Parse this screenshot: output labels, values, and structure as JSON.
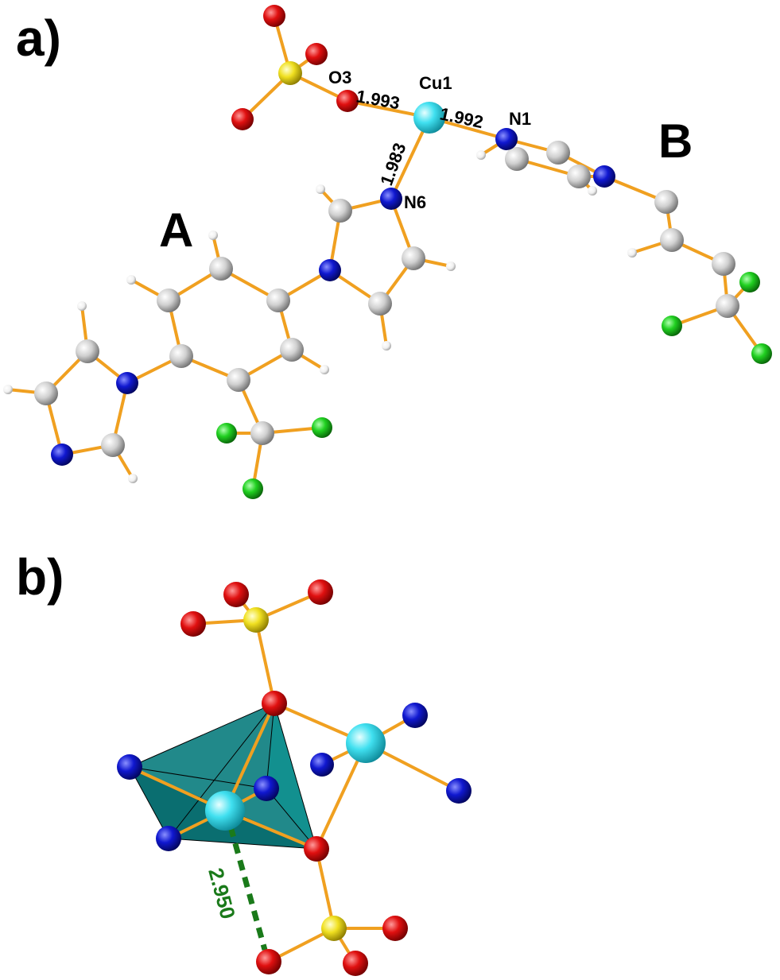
{
  "panels": {
    "a": {
      "label": "a)",
      "fragment_a": "A",
      "fragment_b": "B"
    },
    "b": {
      "label": "b)"
    }
  },
  "atom_labels": {
    "o3": "O3",
    "cu1": "Cu1",
    "n1": "N1",
    "n6": "N6"
  },
  "bond_lengths": {
    "cu1_o3": "1.993",
    "cu1_n1": "1.992",
    "cu1_n6": "1.983"
  },
  "contact": {
    "value": "2.950",
    "color": "#1a7a1a"
  },
  "colors": {
    "bond": "#f0a020",
    "copper": "#40e0f0",
    "nitrogen": "#0a14c8",
    "oxygen": "#e01010",
    "sulfur": "#f0e020",
    "carbon": "#cfcfcf",
    "fluorine": "#20d020",
    "hydrogen": "#ffffff",
    "polyhedron": "#0e7f80"
  }
}
